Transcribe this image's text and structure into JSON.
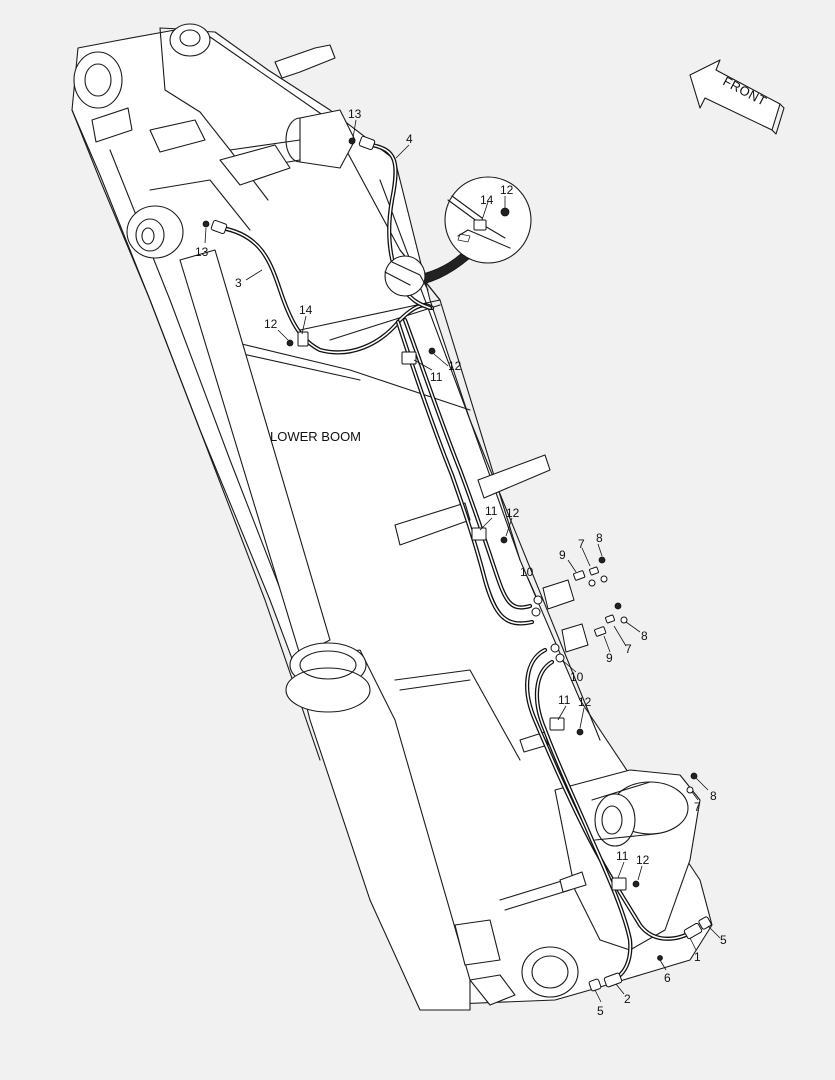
{
  "diagram": {
    "component_label": "LOWER BOOM",
    "direction_label": "FRONT",
    "callouts": [
      {
        "id": "c13a",
        "text": "13"
      },
      {
        "id": "c4",
        "text": "4"
      },
      {
        "id": "c13b",
        "text": "13"
      },
      {
        "id": "c3",
        "text": "3"
      },
      {
        "id": "c12a",
        "text": "12"
      },
      {
        "id": "c14a",
        "text": "14"
      },
      {
        "id": "c12b",
        "text": "12"
      },
      {
        "id": "c11a",
        "text": "11"
      },
      {
        "id": "c14d",
        "text": "14"
      },
      {
        "id": "c12d",
        "text": "12"
      },
      {
        "id": "c11b",
        "text": "11"
      },
      {
        "id": "c12c",
        "text": "12"
      },
      {
        "id": "c9a",
        "text": "9"
      },
      {
        "id": "c7a",
        "text": "7"
      },
      {
        "id": "c8a",
        "text": "8"
      },
      {
        "id": "c10a",
        "text": "10"
      },
      {
        "id": "c8b",
        "text": "8"
      },
      {
        "id": "c9b",
        "text": "9"
      },
      {
        "id": "c7b",
        "text": "7"
      },
      {
        "id": "c10b",
        "text": "10"
      },
      {
        "id": "c11c",
        "text": "11"
      },
      {
        "id": "c12e",
        "text": "12"
      },
      {
        "id": "c7c",
        "text": "7"
      },
      {
        "id": "c8c",
        "text": "8"
      },
      {
        "id": "c11d",
        "text": "11"
      },
      {
        "id": "c12f",
        "text": "12"
      },
      {
        "id": "c5a",
        "text": "5"
      },
      {
        "id": "c1",
        "text": "1"
      },
      {
        "id": "c6",
        "text": "6"
      },
      {
        "id": "c2",
        "text": "2"
      },
      {
        "id": "c5b",
        "text": "5"
      }
    ]
  }
}
